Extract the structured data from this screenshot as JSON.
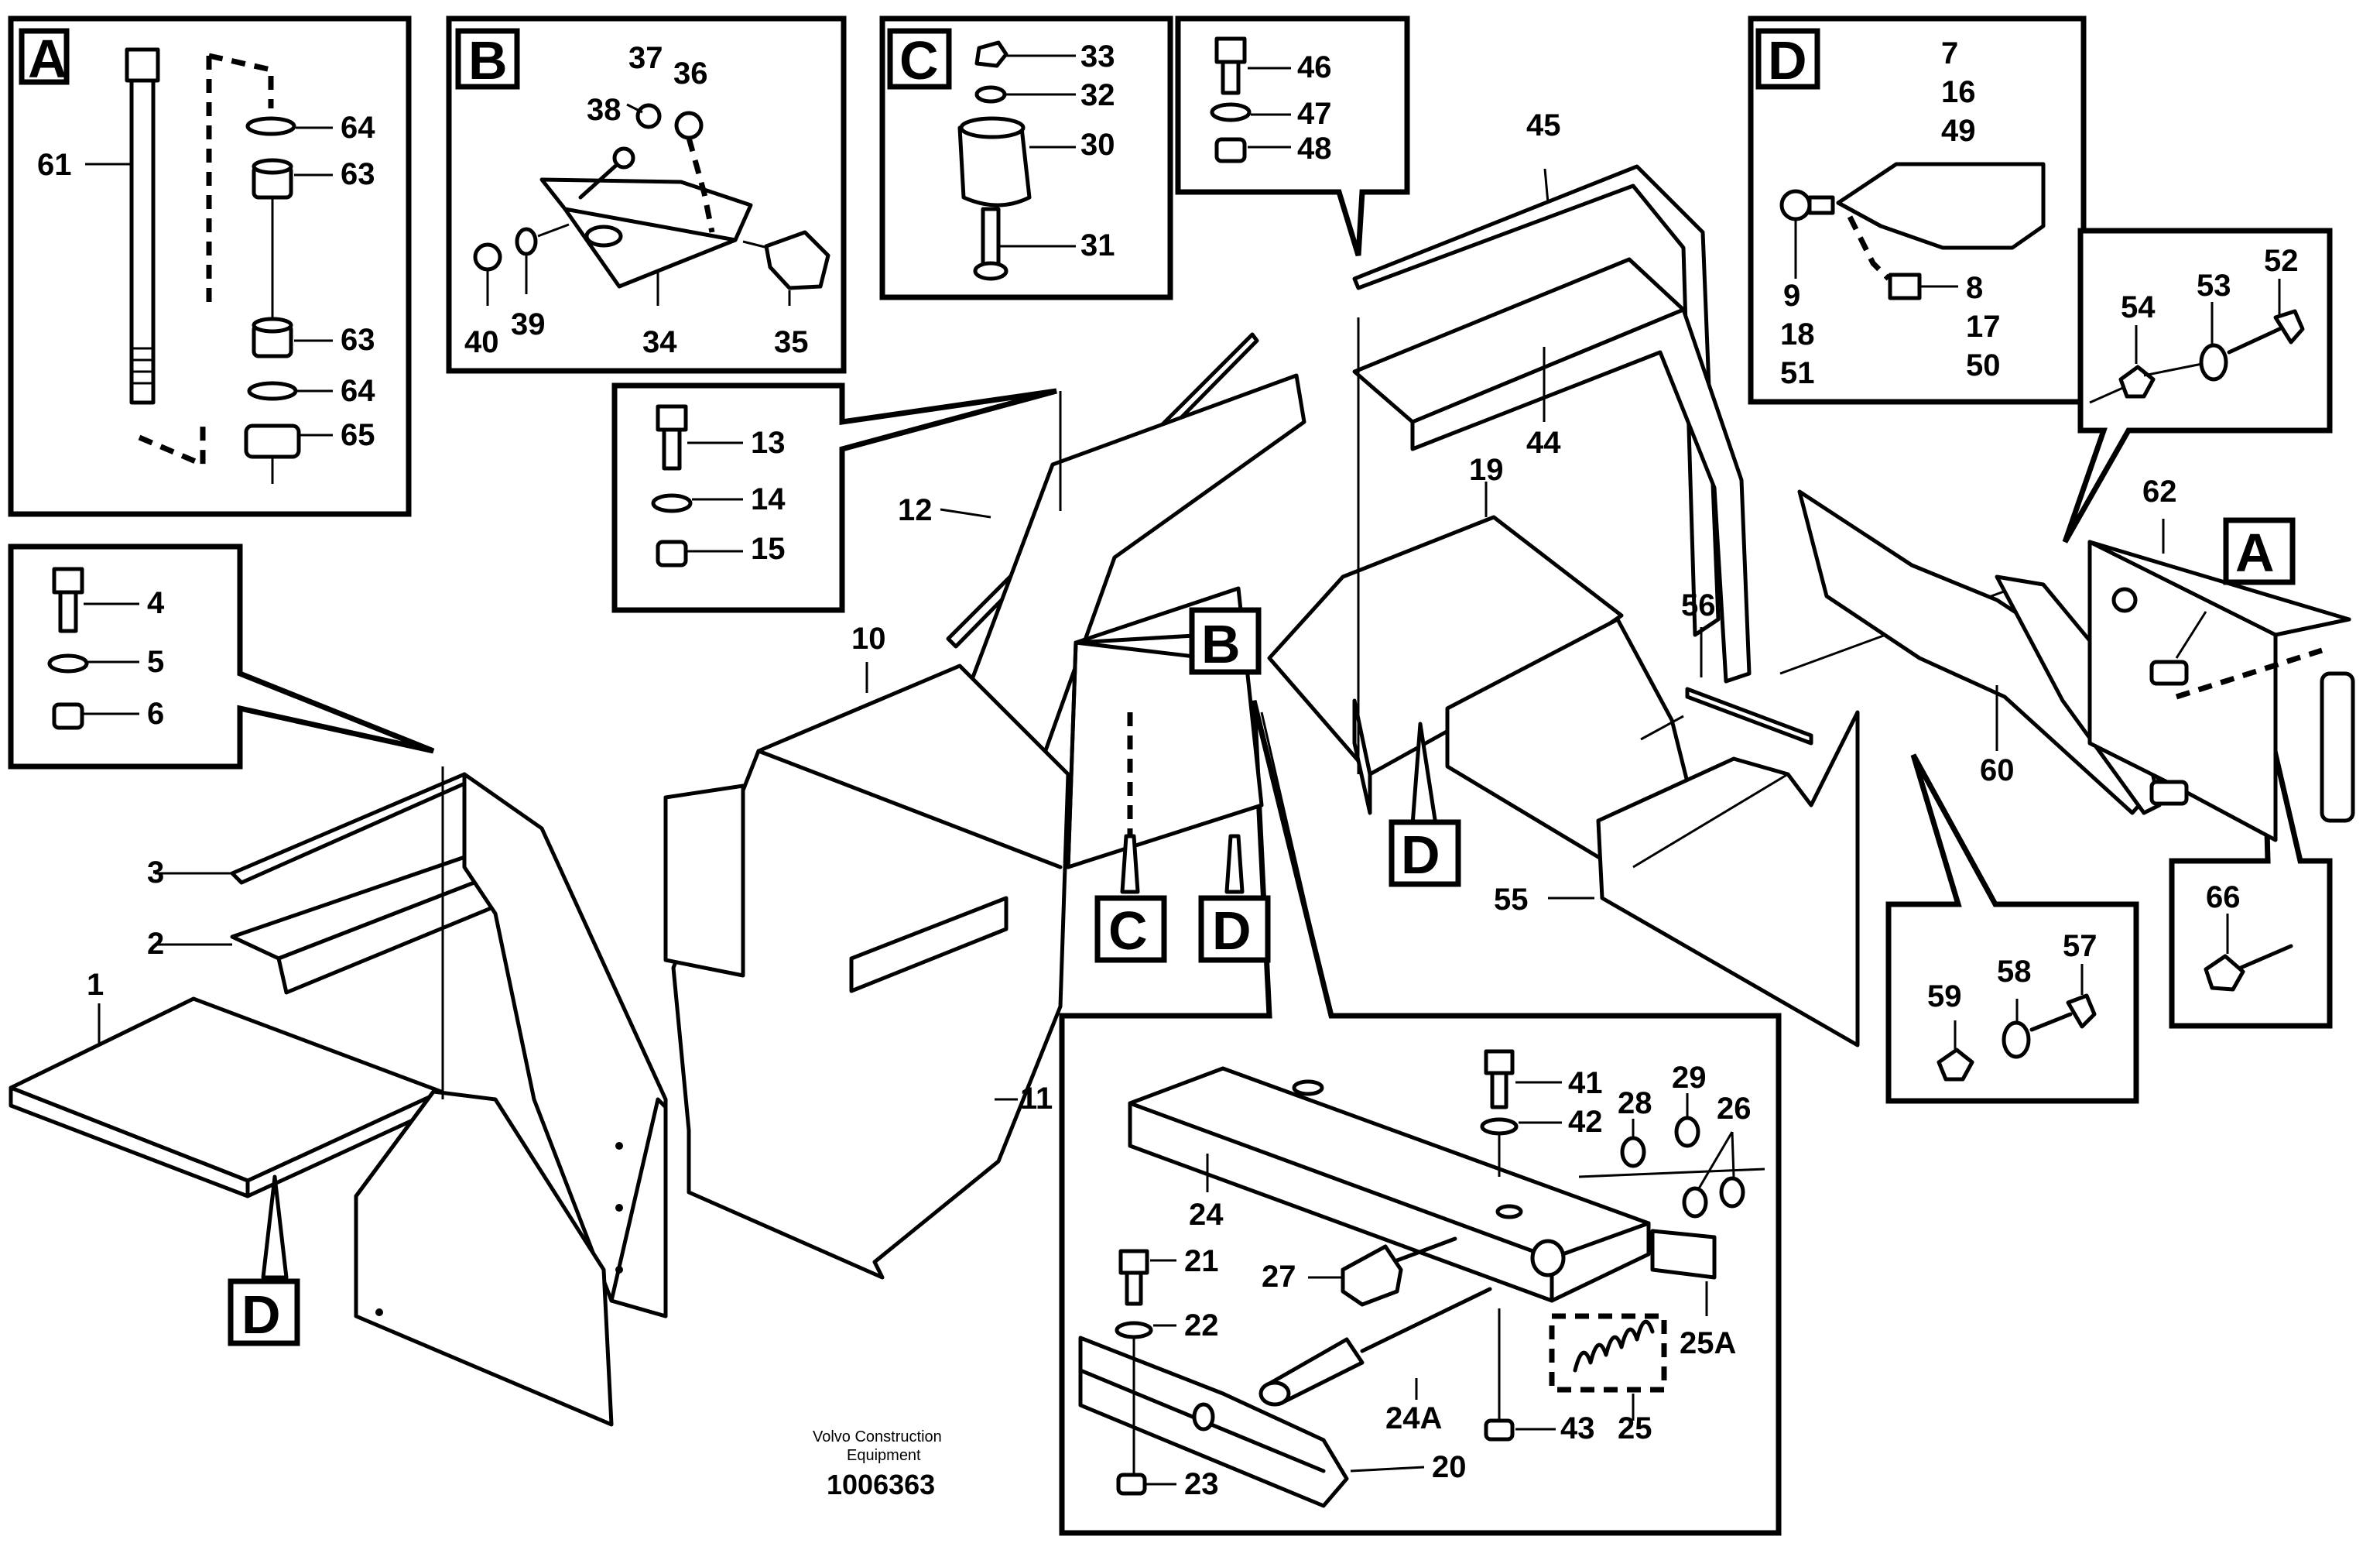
{
  "detail_views": {
    "A": {
      "letter": "A",
      "labels": [
        "61",
        "64",
        "63",
        "63",
        "64",
        "65"
      ]
    },
    "B": {
      "letter": "B",
      "labels": [
        "37",
        "36",
        "38",
        "40",
        "39",
        "34",
        "35"
      ]
    },
    "C": {
      "letter": "C",
      "labels": [
        "33",
        "32",
        "30",
        "31"
      ]
    },
    "fastener_46": {
      "labels": [
        "46",
        "47",
        "48"
      ]
    },
    "D": {
      "letter": "D",
      "labels": [
        "7",
        "16",
        "49",
        "9",
        "18",
        "51",
        "8",
        "17",
        "50"
      ]
    },
    "fastener_52": {
      "labels": [
        "54",
        "53",
        "52"
      ]
    },
    "fastener_13": {
      "labels": [
        "13",
        "14",
        "15"
      ]
    },
    "fastener_4": {
      "labels": [
        "4",
        "5",
        "6"
      ]
    },
    "fastener_59": {
      "labels": [
        "59",
        "58",
        "57"
      ]
    },
    "fastener_66": {
      "labels": [
        "66"
      ]
    },
    "bumper_detail": {
      "labels": [
        "41",
        "42",
        "28",
        "29",
        "26",
        "24",
        "27",
        "21",
        "22",
        "24A",
        "43",
        "25",
        "25A",
        "23",
        "20"
      ]
    }
  },
  "callouts": {
    "main": [
      "45",
      "44",
      "19",
      "12",
      "10",
      "11",
      "3",
      "2",
      "1",
      "56",
      "55",
      "62",
      "60"
    ],
    "refs": {
      "B": "B",
      "C": "C",
      "D1": "D",
      "D2": "D",
      "D3": "D",
      "A": "A"
    }
  },
  "footer": {
    "maker_line1": "Volvo Construction",
    "maker_line2": "Equipment",
    "doc_number": "1006363"
  },
  "colors": {
    "ink": "#000000",
    "paper": "#ffffff"
  }
}
